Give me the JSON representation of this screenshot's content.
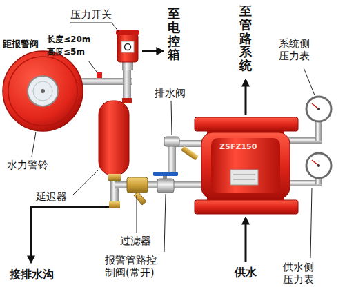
{
  "diagram": {
    "labels": [
      "压力开关",
      "至电控箱",
      "至管路系统",
      "距报警阀",
      "长度≤20m",
      "高度≤5m",
      "系统侧压力表",
      "排水阀",
      "ZSFZ150",
      "水力警铃",
      "延迟器",
      "过滤器",
      "报警管路控制阀(常开)",
      "接排水沟",
      "供水",
      "供水侧压力表"
    ]
  }
}
